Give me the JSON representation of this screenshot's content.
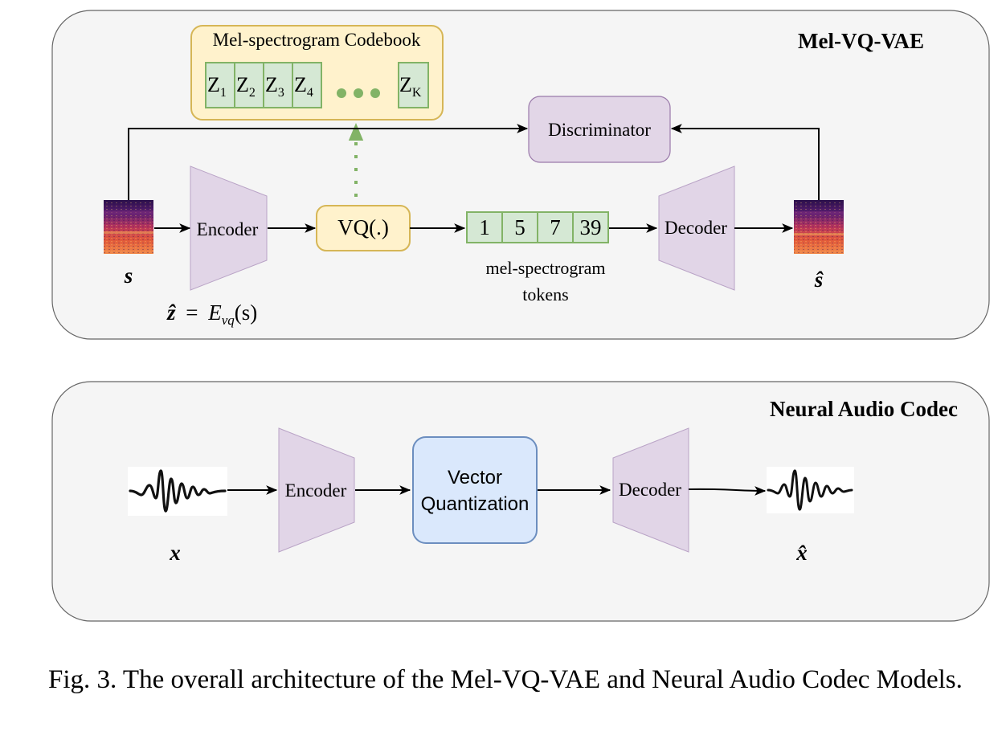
{
  "mel_vq_vae": {
    "title": "Mel-VQ-VAE",
    "codebook": {
      "title": "Mel-spectrogram Codebook",
      "entries": [
        {
          "base": "Z",
          "sub": "1"
        },
        {
          "base": "Z",
          "sub": "2"
        },
        {
          "base": "Z",
          "sub": "3"
        },
        {
          "base": "Z",
          "sub": "4"
        }
      ],
      "last_entry": {
        "base": "Z",
        "sub": "K"
      }
    },
    "discriminator_label": "Discriminator",
    "encoder_label": "Encoder",
    "vq_label": "VQ(.)",
    "decoder_label": "Decoder",
    "tokens": [
      "1",
      "5",
      "7",
      "39"
    ],
    "tokens_caption_line1": "mel-spectrogram",
    "tokens_caption_line2": "tokens",
    "input_symbol": "s",
    "output_symbol": "ŝ",
    "encoder_formula": {
      "lhs": "ẑ",
      "eq": "=",
      "E": "E",
      "sub": "vq",
      "arg": "(s)"
    }
  },
  "neural_audio_codec": {
    "title": "Neural Audio Codec",
    "encoder_label": "Encoder",
    "vq_line1": "Vector",
    "vq_line2": "Quantization",
    "decoder_label": "Decoder",
    "input_symbol": "x",
    "output_symbol": "x̂"
  },
  "caption": "Fig. 3.  The overall architecture of the Mel-VQ-VAE and Neural Audio Codec Models.",
  "colors": {
    "panel_fill": "#f5f5f5",
    "panel_stroke": "#666666",
    "trapezoid_fill": "#e1d5e7",
    "codebook_fill": "#fff2cc",
    "codebook_stroke": "#d6b656",
    "token_fill": "#d5e8d4",
    "token_stroke": "#82b366",
    "dotted_arrow": "#82b366",
    "vq_box_fill": "#dae8fc",
    "vq_box_stroke": "#6c8ebf"
  },
  "icons": [
    "mel-spectrogram-image",
    "waveform-icon"
  ]
}
